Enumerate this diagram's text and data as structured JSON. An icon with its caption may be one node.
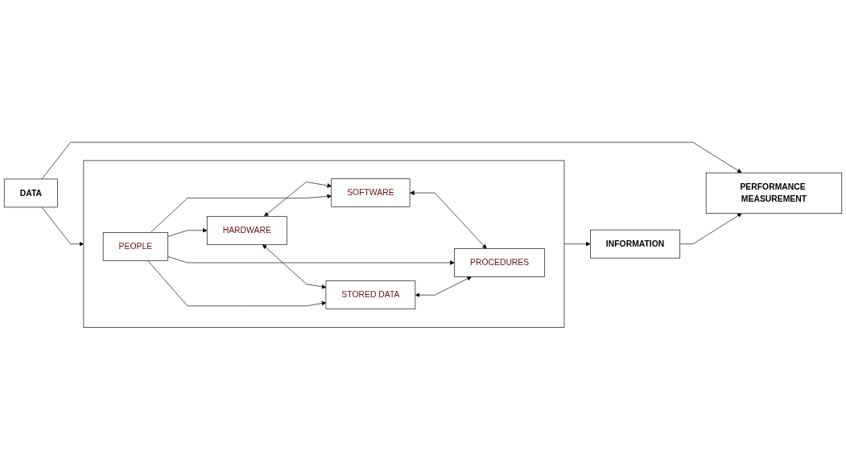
{
  "diagram": {
    "nodes": [
      {
        "text": [
          "DATA"
        ]
      },
      {
        "text": [],
        "shape": "box"
      },
      {
        "text": [
          "HARDWARE"
        ],
        "in": 1
      },
      {
        "text": [
          "SOFTWARE"
        ],
        "in": 1
      },
      {
        "text": [
          "PEOPLE"
        ],
        "in": 1
      },
      {
        "text": [
          "STORED DATA"
        ],
        "in": 1
      },
      {
        "text": [
          "PROCEDURES"
        ],
        "in": 1
      },
      {
        "text": [
          "INFORMATION"
        ]
      },
      {
        "text": [
          "PERFORMANCE MEASUREMENT"
        ]
      }
    ],
    "edges": [
      {
        "from": 0,
        "to": 1,
        "arrow": "to"
      },
      {
        "from": 1,
        "to": 7,
        "arrow": "to"
      },
      {
        "from": 2,
        "to": 3,
        "arrow": "both"
      },
      {
        "from": 2,
        "to": 5,
        "arrow": "both"
      },
      {
        "from": 3,
        "to": 6,
        "arrow": "both"
      },
      {
        "from": 4,
        "to": 2,
        "arrow": "to"
      },
      {
        "from": 4,
        "to": 5,
        "arrow": "to"
      },
      {
        "from": 4,
        "to": 3,
        "arrow": "to"
      },
      {
        "from": 4,
        "to": 6,
        "arrow": "to"
      },
      {
        "from": 5,
        "to": 6,
        "arrow": "both"
      },
      {
        "from": 0,
        "to": 8,
        "arrow": "to"
      },
      {
        "from": 7,
        "to": 8,
        "arrow": "to"
      }
    ]
  }
}
